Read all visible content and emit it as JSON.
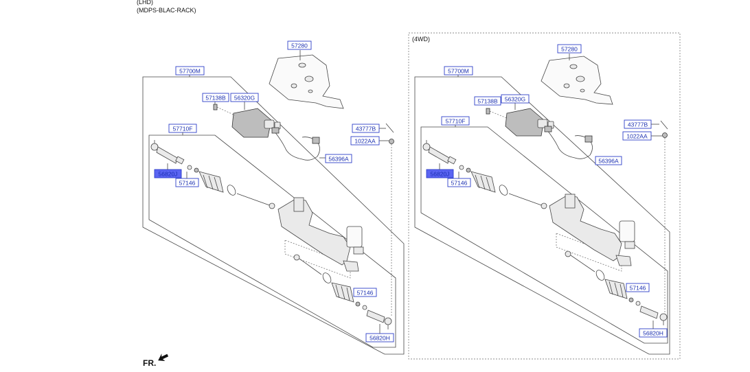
{
  "header": {
    "line1": "(LHD)",
    "line2": "(MDPS-BLAC-RACK)"
  },
  "footer": {
    "front_label": "FR."
  },
  "left_panel": {
    "labels": {
      "cover": "57280",
      "assembly": "57700M",
      "bolt": "57138B",
      "motor": "56320G",
      "gear": "57710F",
      "tie_rod_end": "56820J",
      "boot_left": "57146",
      "boot_right": "57146",
      "tie_rod_end_right": "56820H",
      "harness": "56396A",
      "clip": "43777B",
      "nut": "1022AA"
    }
  },
  "right_panel": {
    "subtitle": "(4WD)",
    "labels": {
      "cover": "57280",
      "assembly": "57700M",
      "bolt": "57138B",
      "motor": "56320G",
      "gear": "57710F",
      "tie_rod_end": "56820J",
      "boot_left": "57146",
      "boot_right": "57146",
      "tie_rod_end_right": "56820H",
      "harness": "56396A",
      "clip": "43777B",
      "nut": "1022AA"
    }
  },
  "colors": {
    "label_text": "#1a2fb0",
    "label_border": "#2e3fc9",
    "highlight": "#5a64f2"
  }
}
